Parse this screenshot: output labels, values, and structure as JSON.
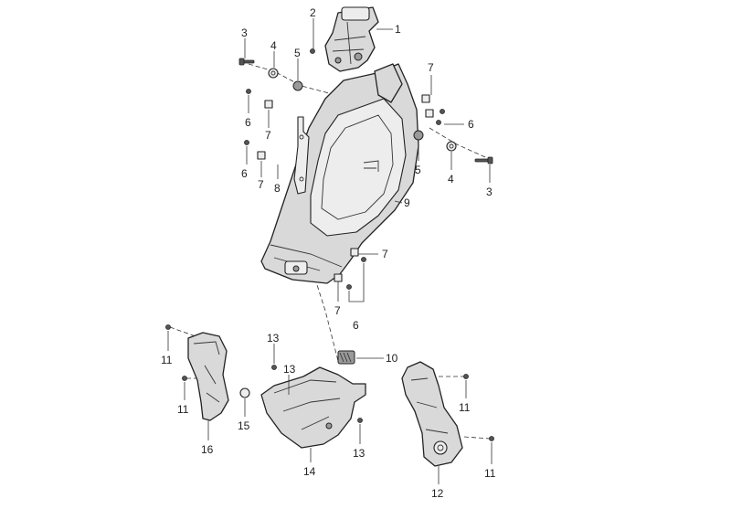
{
  "labels": [
    "1",
    "2",
    "3",
    "4",
    "5",
    "6",
    "7",
    "8",
    "9",
    "10",
    "11",
    "12",
    "13",
    "14",
    "15",
    "16"
  ],
  "colors": {
    "line": "#222222",
    "fill": "#d9d9d9",
    "background": "#ffffff"
  }
}
